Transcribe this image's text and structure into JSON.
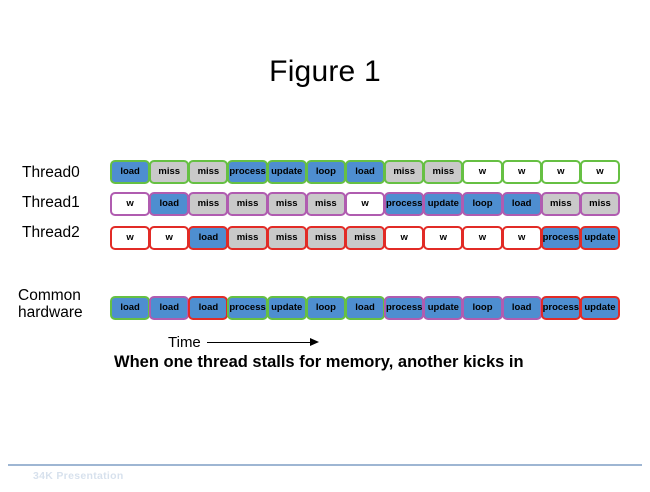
{
  "slide": {
    "title": "Figure 1",
    "caption": "When one thread stalls for memory, another kicks in",
    "time_label": "Time",
    "footer_text": "34K Presentation"
  },
  "colors": {
    "work_fill": "#4e8ed0",
    "miss_fill": "#c9c9c9",
    "wait_fill": "#ffffff",
    "thread0_border": "#66c043",
    "thread1_border": "#b05cb0",
    "thread2_border": "#e22b26",
    "footer_rule": "#7d9dc4",
    "text": "#000000"
  },
  "rows": [
    {
      "id": "thread0",
      "label": "Thread0",
      "border": "green",
      "cells": [
        {
          "text": "load",
          "fill": "work"
        },
        {
          "text": "miss",
          "fill": "miss"
        },
        {
          "text": "miss",
          "fill": "miss"
        },
        {
          "text": "process",
          "fill": "work"
        },
        {
          "text": "update",
          "fill": "work"
        },
        {
          "text": "loop",
          "fill": "work"
        },
        {
          "text": "load",
          "fill": "work"
        },
        {
          "text": "miss",
          "fill": "miss"
        },
        {
          "text": "miss",
          "fill": "miss"
        },
        {
          "text": "w",
          "fill": "wait"
        },
        {
          "text": "w",
          "fill": "wait"
        },
        {
          "text": "w",
          "fill": "wait"
        },
        {
          "text": "w",
          "fill": "wait"
        }
      ]
    },
    {
      "id": "thread1",
      "label": "Thread1",
      "border": "purple",
      "cells": [
        {
          "text": "w",
          "fill": "wait"
        },
        {
          "text": "load",
          "fill": "work"
        },
        {
          "text": "miss",
          "fill": "miss"
        },
        {
          "text": "miss",
          "fill": "miss"
        },
        {
          "text": "miss",
          "fill": "miss"
        },
        {
          "text": "miss",
          "fill": "miss"
        },
        {
          "text": "w",
          "fill": "wait"
        },
        {
          "text": "process",
          "fill": "work"
        },
        {
          "text": "update",
          "fill": "work"
        },
        {
          "text": "loop",
          "fill": "work"
        },
        {
          "text": "load",
          "fill": "work"
        },
        {
          "text": "miss",
          "fill": "miss"
        },
        {
          "text": "miss",
          "fill": "miss"
        }
      ]
    },
    {
      "id": "thread2",
      "label": "Thread2",
      "border": "red",
      "cells": [
        {
          "text": "w",
          "fill": "wait"
        },
        {
          "text": "w",
          "fill": "wait"
        },
        {
          "text": "load",
          "fill": "work"
        },
        {
          "text": "miss",
          "fill": "miss"
        },
        {
          "text": "miss",
          "fill": "miss"
        },
        {
          "text": "miss",
          "fill": "miss"
        },
        {
          "text": "miss",
          "fill": "miss"
        },
        {
          "text": "w",
          "fill": "wait"
        },
        {
          "text": "w",
          "fill": "wait"
        },
        {
          "text": "w",
          "fill": "wait"
        },
        {
          "text": "w",
          "fill": "wait"
        },
        {
          "text": "process",
          "fill": "work"
        },
        {
          "text": "update",
          "fill": "work"
        }
      ]
    },
    {
      "id": "common-hardware",
      "label": "Common\nhardware",
      "border": "mixed",
      "cells": [
        {
          "text": "load",
          "fill": "work",
          "border": "green"
        },
        {
          "text": "load",
          "fill": "work",
          "border": "purple"
        },
        {
          "text": "load",
          "fill": "work",
          "border": "red"
        },
        {
          "text": "process",
          "fill": "work",
          "border": "green"
        },
        {
          "text": "update",
          "fill": "work",
          "border": "green"
        },
        {
          "text": "loop",
          "fill": "work",
          "border": "green"
        },
        {
          "text": "load",
          "fill": "work",
          "border": "green"
        },
        {
          "text": "process",
          "fill": "work",
          "border": "purple"
        },
        {
          "text": "update",
          "fill": "work",
          "border": "purple"
        },
        {
          "text": "loop",
          "fill": "work",
          "border": "purple"
        },
        {
          "text": "load",
          "fill": "work",
          "border": "purple"
        },
        {
          "text": "process",
          "fill": "work",
          "border": "red"
        },
        {
          "text": "update",
          "fill": "work",
          "border": "red"
        }
      ]
    }
  ]
}
